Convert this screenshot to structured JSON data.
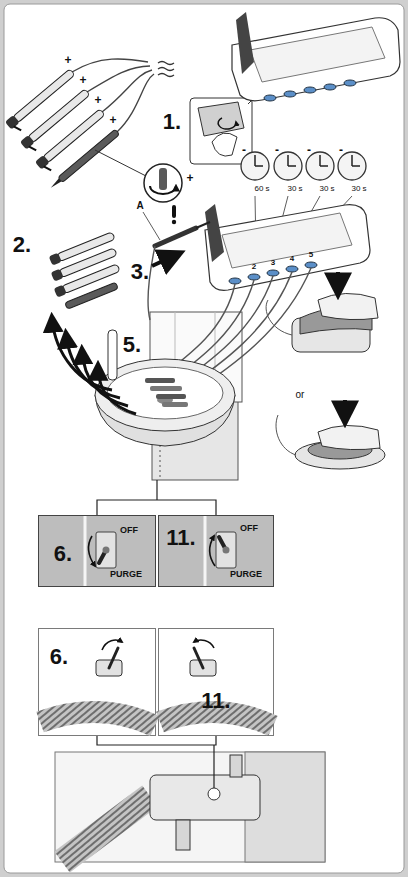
{
  "diagram": {
    "nodes": [
      {
        "text": [
          "6.",
          "OFF",
          "PURGE"
        ]
      },
      {
        "text": [
          "11.",
          "OFF",
          "PURGE"
        ]
      },
      {
        "text": [
          "6."
        ]
      },
      {
        "text": [
          "11."
        ]
      }
    ],
    "edges": [
      {
        "from": 0,
        "to": 1,
        "arrow": "none"
      },
      {
        "from": 2,
        "to": 3,
        "arrow": "none"
      }
    ],
    "labels": [
      "+",
      "+",
      "+",
      "+",
      "1.",
      "+",
      "-",
      "-",
      "-",
      "-",
      "60 s",
      "30 s",
      "30 s",
      "30 s",
      "2.",
      "A",
      "3.",
      "2",
      "3",
      "4",
      "5",
      "5.",
      "or"
    ]
  }
}
